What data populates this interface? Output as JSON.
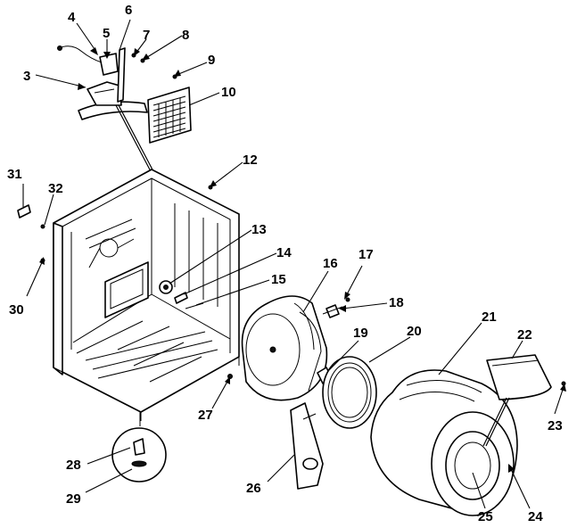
{
  "diagram": {
    "type": "exploded-parts-view",
    "callouts": [
      {
        "id": "c3",
        "text": "3"
      },
      {
        "id": "c4",
        "text": "4"
      },
      {
        "id": "c5",
        "text": "5"
      },
      {
        "id": "c6",
        "text": "6"
      },
      {
        "id": "c7",
        "text": "7"
      },
      {
        "id": "c8",
        "text": "8"
      },
      {
        "id": "c9",
        "text": "9"
      },
      {
        "id": "c10",
        "text": "10"
      },
      {
        "id": "c12",
        "text": "12"
      },
      {
        "id": "c13",
        "text": "13"
      },
      {
        "id": "c14",
        "text": "14"
      },
      {
        "id": "c15",
        "text": "15"
      },
      {
        "id": "c16",
        "text": "16"
      },
      {
        "id": "c17",
        "text": "17"
      },
      {
        "id": "c18",
        "text": "18"
      },
      {
        "id": "c19",
        "text": "19"
      },
      {
        "id": "c20",
        "text": "20"
      },
      {
        "id": "c21",
        "text": "21"
      },
      {
        "id": "c22",
        "text": "22"
      },
      {
        "id": "c23",
        "text": "23"
      },
      {
        "id": "c24",
        "text": "24"
      },
      {
        "id": "c25",
        "text": "25"
      },
      {
        "id": "c26",
        "text": "26"
      },
      {
        "id": "c27",
        "text": "27"
      },
      {
        "id": "c28",
        "text": "28"
      },
      {
        "id": "c29",
        "text": "29"
      },
      {
        "id": "c30",
        "text": "30"
      },
      {
        "id": "c31",
        "text": "31"
      },
      {
        "id": "c32",
        "text": "32"
      }
    ]
  }
}
